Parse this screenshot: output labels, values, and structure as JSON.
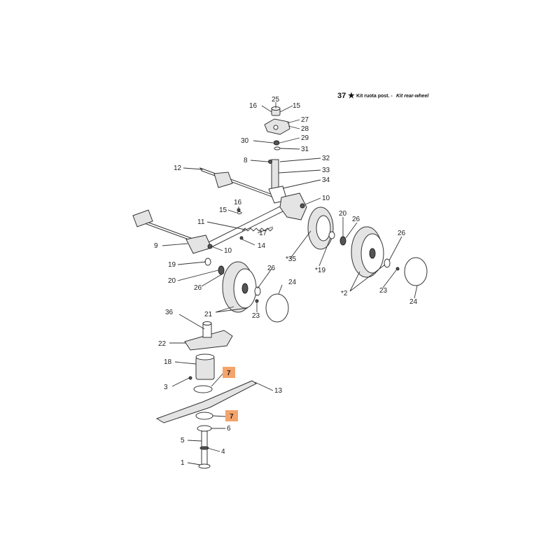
{
  "title": {
    "number": "37",
    "star": "★",
    "text": "Kit ruota post. -",
    "text_en": "Kit rear-wheel"
  },
  "highlight_color": "#f4a46a",
  "callouts": [
    {
      "id": "c25",
      "text": "25"
    },
    {
      "id": "c16a",
      "text": "16"
    },
    {
      "id": "c15a",
      "text": "15"
    },
    {
      "id": "c27",
      "text": "27"
    },
    {
      "id": "c28",
      "text": "28"
    },
    {
      "id": "c29",
      "text": "29"
    },
    {
      "id": "c30",
      "text": "30"
    },
    {
      "id": "c31",
      "text": "31"
    },
    {
      "id": "c8",
      "text": "8"
    },
    {
      "id": "c32",
      "text": "32"
    },
    {
      "id": "c12",
      "text": "12"
    },
    {
      "id": "c33",
      "text": "33"
    },
    {
      "id": "c34",
      "text": "34"
    },
    {
      "id": "c10a",
      "text": "10"
    },
    {
      "id": "c16b",
      "text": "16"
    },
    {
      "id": "c15b",
      "text": "15"
    },
    {
      "id": "c20a",
      "text": "20"
    },
    {
      "id": "c26a",
      "text": "26"
    },
    {
      "id": "c11",
      "text": "11"
    },
    {
      "id": "c17",
      "text": "17"
    },
    {
      "id": "c26b",
      "text": "26"
    },
    {
      "id": "c9",
      "text": "9"
    },
    {
      "id": "c10b",
      "text": "10"
    },
    {
      "id": "c14",
      "text": "14"
    },
    {
      "id": "c35",
      "text": "*35"
    },
    {
      "id": "c19a",
      "text": "*19"
    },
    {
      "id": "c19b",
      "text": "19"
    },
    {
      "id": "c26c",
      "text": "26"
    },
    {
      "id": "c20b",
      "text": "20"
    },
    {
      "id": "c26d",
      "text": "26"
    },
    {
      "id": "c24a",
      "text": "24"
    },
    {
      "id": "c23a",
      "text": "23"
    },
    {
      "id": "c2",
      "text": "*2"
    },
    {
      "id": "c23b",
      "text": "23"
    },
    {
      "id": "c24b",
      "text": "24"
    },
    {
      "id": "c21",
      "text": "21"
    },
    {
      "id": "c36",
      "text": "36"
    },
    {
      "id": "c22",
      "text": "22"
    },
    {
      "id": "c18",
      "text": "18"
    },
    {
      "id": "c7a",
      "text": "7",
      "highlight": true
    },
    {
      "id": "c3",
      "text": "3"
    },
    {
      "id": "c13",
      "text": "13"
    },
    {
      "id": "c7b",
      "text": "7",
      "highlight": true
    },
    {
      "id": "c6",
      "text": "6"
    },
    {
      "id": "c5",
      "text": "5"
    },
    {
      "id": "c4",
      "text": "4"
    },
    {
      "id": "c1",
      "text": "1"
    }
  ]
}
